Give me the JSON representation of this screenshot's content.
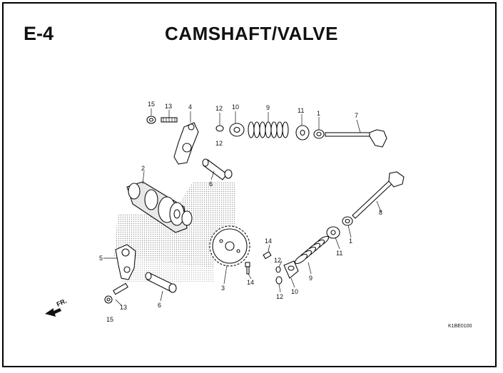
{
  "header": {
    "section_code": "E-4",
    "title": "CAMSHAFT/VALVE"
  },
  "footer": {
    "ref_code": "K1BE0100"
  },
  "direction_marker": {
    "label": "FR."
  },
  "callouts": [
    {
      "id": "c15a",
      "label": "15"
    },
    {
      "id": "c13a",
      "label": "13"
    },
    {
      "id": "c4",
      "label": "4"
    },
    {
      "id": "c12a",
      "label": "12"
    },
    {
      "id": "c10a",
      "label": "10"
    },
    {
      "id": "c9a",
      "label": "9"
    },
    {
      "id": "c11a",
      "label": "11"
    },
    {
      "id": "c1a",
      "label": "1"
    },
    {
      "id": "c7",
      "label": "7"
    },
    {
      "id": "c12b",
      "label": "12"
    },
    {
      "id": "c2",
      "label": "2"
    },
    {
      "id": "c6a",
      "label": "6"
    },
    {
      "id": "c8",
      "label": "8"
    },
    {
      "id": "c1b",
      "label": "1"
    },
    {
      "id": "c11b",
      "label": "11"
    },
    {
      "id": "c14a",
      "label": "14"
    },
    {
      "id": "c12c",
      "label": "12"
    },
    {
      "id": "c9b",
      "label": "9"
    },
    {
      "id": "c5",
      "label": "5"
    },
    {
      "id": "c3",
      "label": "3"
    },
    {
      "id": "c14b",
      "label": "14"
    },
    {
      "id": "c10b",
      "label": "10"
    },
    {
      "id": "c12d",
      "label": "12"
    },
    {
      "id": "c13b",
      "label": "13"
    },
    {
      "id": "c6b",
      "label": "6"
    },
    {
      "id": "c15b",
      "label": "15"
    }
  ]
}
